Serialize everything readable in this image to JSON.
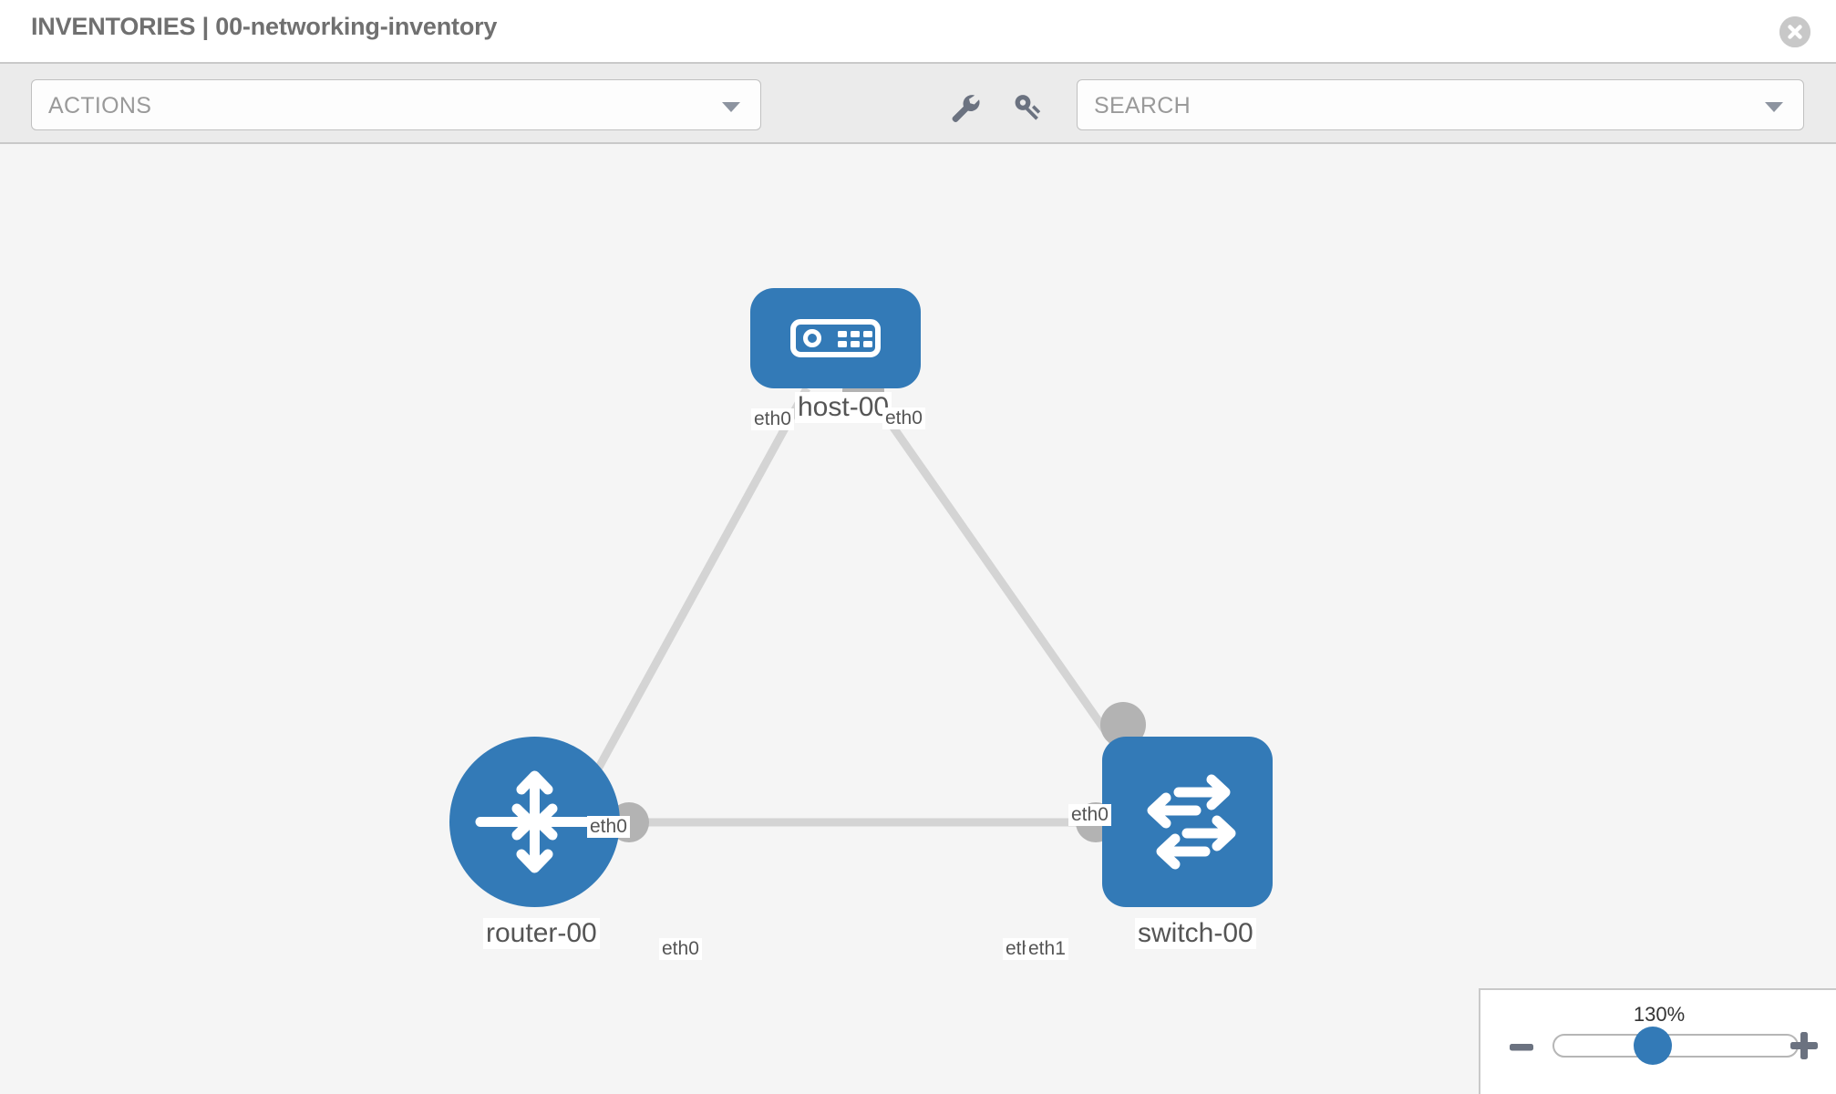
{
  "header": {
    "title": "INVENTORIES | 00-networking-inventory",
    "close_icon": "close-icon"
  },
  "toolbar": {
    "actions_label": "ACTIONS",
    "actions_caret_icon": "chevron-down-icon",
    "wrench_icon": "wrench-icon",
    "key_icon": "key-icon",
    "search_placeholder": "SEARCH",
    "search_caret_icon": "chevron-down-icon"
  },
  "topology": {
    "nodes": [
      {
        "id": "host-00",
        "label": "host-00",
        "type": "host",
        "icon": "server-icon",
        "color": "#337ab7"
      },
      {
        "id": "router-00",
        "label": "router-00",
        "type": "router",
        "icon": "router-arrows-icon",
        "color": "#337ab7"
      },
      {
        "id": "switch-00",
        "label": "switch-00",
        "type": "switch",
        "icon": "switch-arrows-icon",
        "color": "#337ab7"
      }
    ],
    "interfaces": {
      "host_left": "eth0",
      "host_right": "eth0",
      "router_to_host": "eth0",
      "switch_to_host": "eth0",
      "router_to_switch": "eth0",
      "switch_to_router_a": "eth",
      "switch_to_router_b": "eth1"
    },
    "link_color": "#d4d4d4",
    "knob_color": "#b3b3b3",
    "background": "#f5f5f5"
  },
  "zoom": {
    "value": "130%",
    "minus_icon": "minus-icon",
    "plus_icon": "plus-icon",
    "thumb_icon": "slider-thumb"
  }
}
